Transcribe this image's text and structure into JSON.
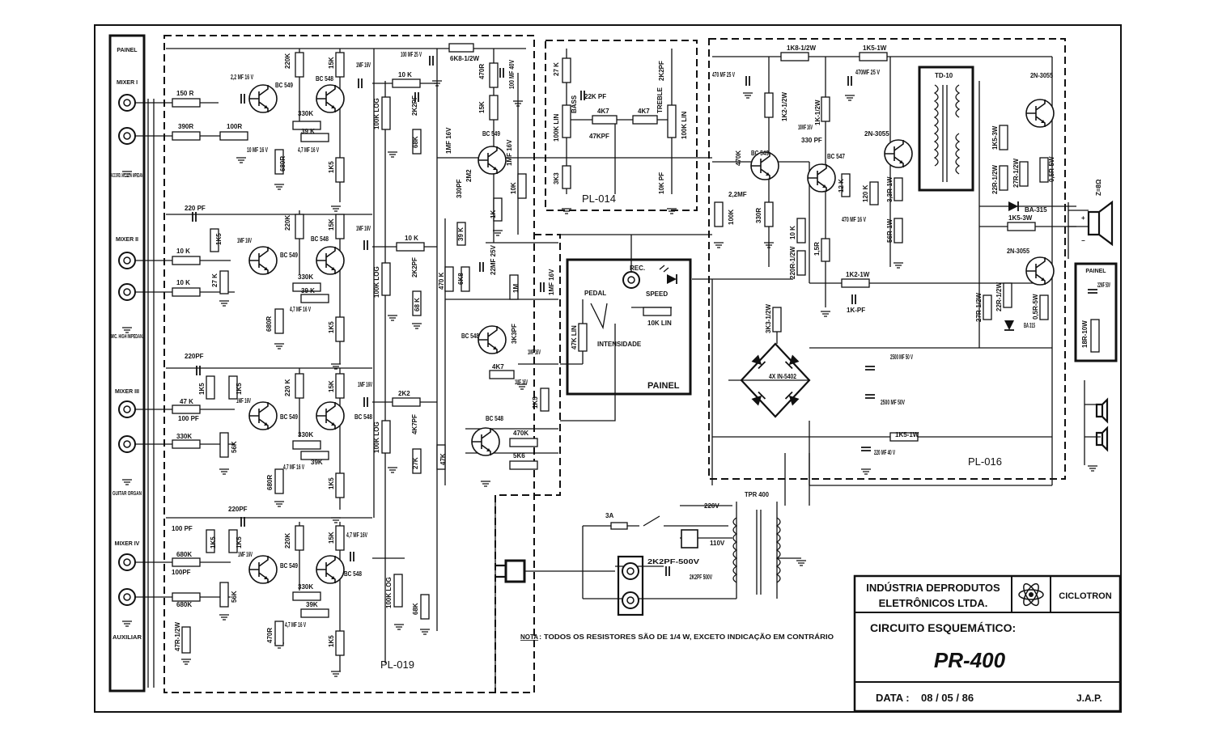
{
  "side_panel": {
    "title": "PAINEL",
    "mixer1": "MIXER I",
    "mixer1_desc": "ACCORD. MIC. LOW IMPEDAN.",
    "mixer2": "MIXER II",
    "mixer2_desc": "MIC. HIGH IMPEDAN.",
    "mixer3": "MIXER III",
    "mixer3_desc": "GUITAR ORGAN",
    "mixer4": "MIXER IV",
    "mixer4_desc": "AUXILIAR"
  },
  "modules": {
    "preamp": "PL-019",
    "tone": "PL-014",
    "power": "PL-016",
    "panel_box": "PAINEL",
    "panel_right": "PAINEL"
  },
  "panel_box": {
    "rec": "REC.",
    "pedal": "PEDAL",
    "speed": "SPEED",
    "pot_speed": "10K LIN",
    "pot_intens": "47K LIN",
    "intensity": "INTENSIDADE"
  },
  "stage1": {
    "r_in": "150 R",
    "r_in2": "390R",
    "r_s": "100R",
    "c_in": "2,2 MF 16 V",
    "q1": "BC 549",
    "q2": "BC 548",
    "r_220k": "220K",
    "r_15k": "15K",
    "r_330k": "330K",
    "r_39k": "39 K",
    "c_out": "1MF 16V",
    "c_10mf": "10 MF 16 V",
    "c_47": "4,7 MF 16 V",
    "r_680": "680R",
    "r_1k5": "1K5"
  },
  "stage2": {
    "c_220": "220 PF",
    "r_10k_a": "10 K",
    "r_10k_b": "10 K",
    "r_1k5": "1K5",
    "r_27k": "27 K",
    "c_in": "1MF 16V",
    "q1": "BC 549",
    "q2": "BC 548",
    "r_220k": "220K",
    "r_15k": "15K",
    "r_330k": "330K",
    "r_39k": "39 K",
    "c_out": "1MF 16V",
    "c_47": "4,7 MF 16 V",
    "r_680": "680R",
    "r_1k5b": "1K5"
  },
  "stage3": {
    "c_220": "220PF",
    "r_1k5_a": "1K5",
    "r_1k5_b": "1K5",
    "r_47k": "47 K",
    "c_100": "100 PF",
    "r_330k_in": "330K",
    "r_56k": "56K",
    "c_in": "1MF 16V",
    "q1": "BC 549",
    "q2": "BC 548",
    "r_220k": "220 K",
    "r_15k": "15K",
    "r_330k": "330K",
    "r_39k": "39K",
    "c_out": "1MF 16V",
    "c_47": "4,7 MF 16 V",
    "r_680": "680R",
    "r_1k5": "1K5"
  },
  "stage4": {
    "c_220": "220PF",
    "c_100_a": "100 PF",
    "r_680k_a": "680K",
    "c_100_b": "100PF",
    "r_680k_b": "680K",
    "r_1k5_a": "1K5",
    "r_1k5_b": "1K5",
    "r_56k": "56K",
    "c_in": "1MF 16V",
    "q1": "BC 549",
    "q2": "BC 548",
    "r_220k": "220K",
    "r_15k": "15K",
    "c_47mf": "4,7 MF 16V",
    "r_330k": "330K",
    "r_39k": "39K",
    "c_47": "4,7 MF 16 V",
    "r_470": "470R",
    "r_1k5": "1K5",
    "r_47r": "47R-1/2W"
  },
  "mixer": {
    "pot1": "100K LOG",
    "pot2": "100K LOG",
    "pot3": "100K LOG",
    "pot4": "100K LOG",
    "r_10k_1": "10 K",
    "c_2k2_1": "2K2PF",
    "r_68k_1": "68K",
    "r_10k_2": "10 K",
    "c_2k2_2": "2K2PF",
    "r_68k_2": "68 K",
    "r_2k2": "2K2",
    "c_4k7": "4K7PF",
    "r_27k": "27K",
    "r_47k": "47K",
    "r_68k_4": "68K",
    "c_100mf_25": "100 MF 25 V",
    "r_6k8": "6K8-1/2W",
    "r_470r": "470R",
    "c_100mf_40": "100 MF 40V",
    "r_15k": "15K",
    "q_mix": "BC 549",
    "c_1mf_a": "1MF 16V",
    "c_1mf_b": "1MF 16V",
    "c_330pf": "330PF",
    "r_2m2": "2M2",
    "r_1k": "1K",
    "r_10k": "10K"
  },
  "trem": {
    "r_39k": "39 K",
    "pot_470k": "470 K",
    "r_6k8": "6K8",
    "c_22mf": "22MF 25V",
    "r_1m": "1M",
    "c_1mf": "1MF 16V",
    "q_a": "BC 548",
    "c_3k3": "3K3PF",
    "c_1mf_b": "1MF 16V",
    "r_4k7": "4K7",
    "c_1mf_c": "1MF 16V",
    "r_1k5": "1K5",
    "q_b": "BC 548",
    "r_470k": "470K",
    "r_5k6": "5K6"
  },
  "tone": {
    "r_27k": "27 K",
    "pot_bass": "100K LIN",
    "bass": "BASS",
    "c_22k": "22K PF",
    "c_47k": "47KPF",
    "r_4k7_a": "4K7",
    "r_4k7_b": "4K7",
    "c_2k2": "2K2PF",
    "treble": "TREBLE",
    "pot_treble": "100K LIN",
    "r_3k3": "3K3",
    "c_10k": "10K PF"
  },
  "power": {
    "r_1k8": "1K8-1/2W",
    "r_1k5_1w": "1K5-1W",
    "c_470_25a": "470 MF 25 V",
    "c_470_25b": "470MF 25 V",
    "r_1k2": "1K2-1/2W",
    "r_1k_1w": "1K-1/2W",
    "c_10mf": "10MF 16V",
    "q_in": "BC 549",
    "r_470k": "470K",
    "c_2mf": "2,2MF",
    "r_100k": "100K",
    "r_330r": "330R",
    "c_330pf": "330 PF",
    "q_drv": "BC 547",
    "r_12k": "12 K",
    "q_3055a": "2N-3055",
    "r_120k": "120 K",
    "r_3r3": "3,3R-1W",
    "c_470_16": "470 MF 16 V",
    "r_56r": "56R-1W",
    "r_10k": "10 K",
    "r_15r": "1,5R",
    "r_220r": "220R-1/2W",
    "r_1k2_1w": "1K2-1W",
    "c_1kpf": "1K-PF",
    "td": "TD-10",
    "q_out1": "2N-3055",
    "r_1k5_3w_a": "1K5-3W",
    "r_22r": "22R-1/2W",
    "r_27r": "27R-1/2W",
    "r_05r": "0,5R-5W",
    "d_ba_a": "BA-315",
    "r_1k5_3w_b": "1K5-3W",
    "q_out2": "2N-3055",
    "r_27r_b": "27R-1/2W",
    "r_22r_b": "22R-1/2W",
    "r_05r_b": "0,5R-5W",
    "d_ba_b": "BA 315",
    "z": "Z=8Ω",
    "r_3k3": "3K3-1/2W",
    "bridge": "4X IN-5402",
    "c_2500_a": "2500 MF 50 V",
    "c_2500_b": "2500 MF 50V",
    "r_1k5_1w_b": "1K5-1W",
    "c_220_40": "220 MF 40 V"
  },
  "panel_right": {
    "c": "22MF 50V",
    "r": "18R-10W"
  },
  "supply": {
    "fuse": "3A",
    "v220": "220V",
    "v110": "110V",
    "tpr": "TPR 400",
    "c1": "2K2PF-500V",
    "c2": "2K2PF 500V"
  },
  "note": {
    "label": "NOTA",
    "text": ": TODOS OS RESISTORES SÃO DE  1/4 W, EXCETO INDICAÇÃO EM CONTRÁRIO"
  },
  "title_block": {
    "company": "INDÚSTRIA DE PRODUTOS ELETRÔNICOS LTDA.",
    "company_l1": "INDÚSTRIA DEPRODUTOS",
    "company_l2": "ELETRÔNICOS LTDA.",
    "brand": "CICLOTRON",
    "sheet": "CIRCUITO ESQUEMÁTICO:",
    "model": "PR-400",
    "date_label": "DATA :",
    "date": "08 / 05 / 86",
    "author": "J.A.P."
  }
}
